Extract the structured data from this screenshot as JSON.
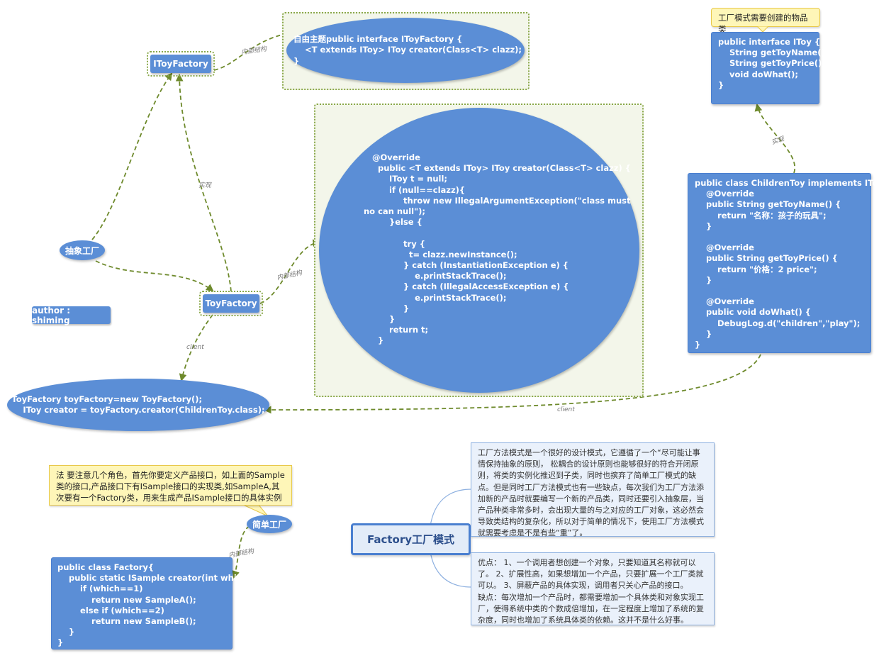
{
  "central_topic": "Factory工厂模式",
  "abstract_factory": {
    "center_node": "抽象工厂",
    "itoy_factory_node": "IToyFactory",
    "toy_factory_node": "ToyFactory",
    "author": "author : shiming",
    "itoy_factory_code": "自由主题public interface IToyFactory {\n    <T extends IToy> IToy creator(Class<T> clazz);\n}",
    "toy_factory_code": "   @Override\n     public <T extends IToy> IToy creator(Class<T> clazz) {\n         IToy t = null;\n         if (null==clazz){\n              throw new IllegalArgumentException(\"class must\nno can null\");\n         }else {\n\n              try {\n                t= clazz.newInstance();\n              } catch (InstantiationException e) {\n                  e.printStackTrace();\n              } catch (IllegalAccessException e) {\n                  e.printStackTrace();\n              }\n         }\n         return t;\n     }",
    "client_code": "ToyFactory toyFactory=new ToyFactory();\n    IToy creator = toyFactory.creator(ChildrenToy.class);",
    "itoy_callout": "工厂模式需要创建的物品类",
    "itoy_code": "public interface IToy {\n    String getToyName();\n    String getToyPrice();\n    void doWhat();\n}",
    "children_toy_code": "public class ChildrenToy implements IToy {\n    @Override\n    public String getToyName() {\n        return \"名称：孩子的玩具\";\n    }\n\n    @Override\n    public String getToyPrice() {\n        return \"价格：2 price\";\n    }\n\n    @Override\n    public void doWhat() {\n        DebugLog.d(\"children\",\"play\");\n    }\n}"
  },
  "simple_factory": {
    "node": "简单工厂",
    "callout": "法 要注意几个角色，首先你要定义产品接口，如上面的Sample类的接口,产品接口下有ISample接口的实现类,如SampleA,其次要有一个Factory类，用来生成产品ISample接口的具体实例",
    "code": "public class Factory{\n    public static ISample creator(int which){\n        if (which==1)\n            return new SampleA();\n        else if (which==2)\n            return new SampleB();\n    }\n}"
  },
  "link_labels": {
    "internal_structure": "内部结构",
    "implement": "实现",
    "client": "client"
  },
  "notes": {
    "description": "工厂方法模式是一个很好的设计模式，它遵循了一个“尽可能让事情保持抽象的原则， 松耦合的设计原则也能够很好的符合开闭原则，将类的实例化推迟到子类，同时也摈弃了简单工厂模式的缺点。但是同时工厂方法模式也有一些缺点，每次我们为工厂方法添加新的产品时就要编写一个新的产品类，同时还要引入抽象层，当产品种类非常多时，会出现大量的与之对应的工厂对象，这必然会导致类结构的复杂化，所以对于简单的情况下，使用工厂方法模式就需要考虑是不是有些“重”了。",
    "pros_cons": "优点： 1、一个调用者想创建一个对象，只要知道其名称就可以了。 2、扩展性高，如果想增加一个产品，只要扩展一个工厂类就可以。 3、屏蔽产品的具体实现，调用者只关心产品的接口。\n缺点：每次增加一个产品时，都需要增加一个具体类和对象实现工厂，使得系统中类的个数成倍增加，在一定程度上增加了系统的复杂度，同时也增加了系统具体类的依赖。这并不是什么好事。"
  },
  "colors": {
    "node_fill": "#5b8ed6",
    "link_dash": "#6e8a2c",
    "panel_fill": "#f3f6ea",
    "callout_fill": "#fef6b8",
    "note_fill": "#eaf1fb"
  }
}
